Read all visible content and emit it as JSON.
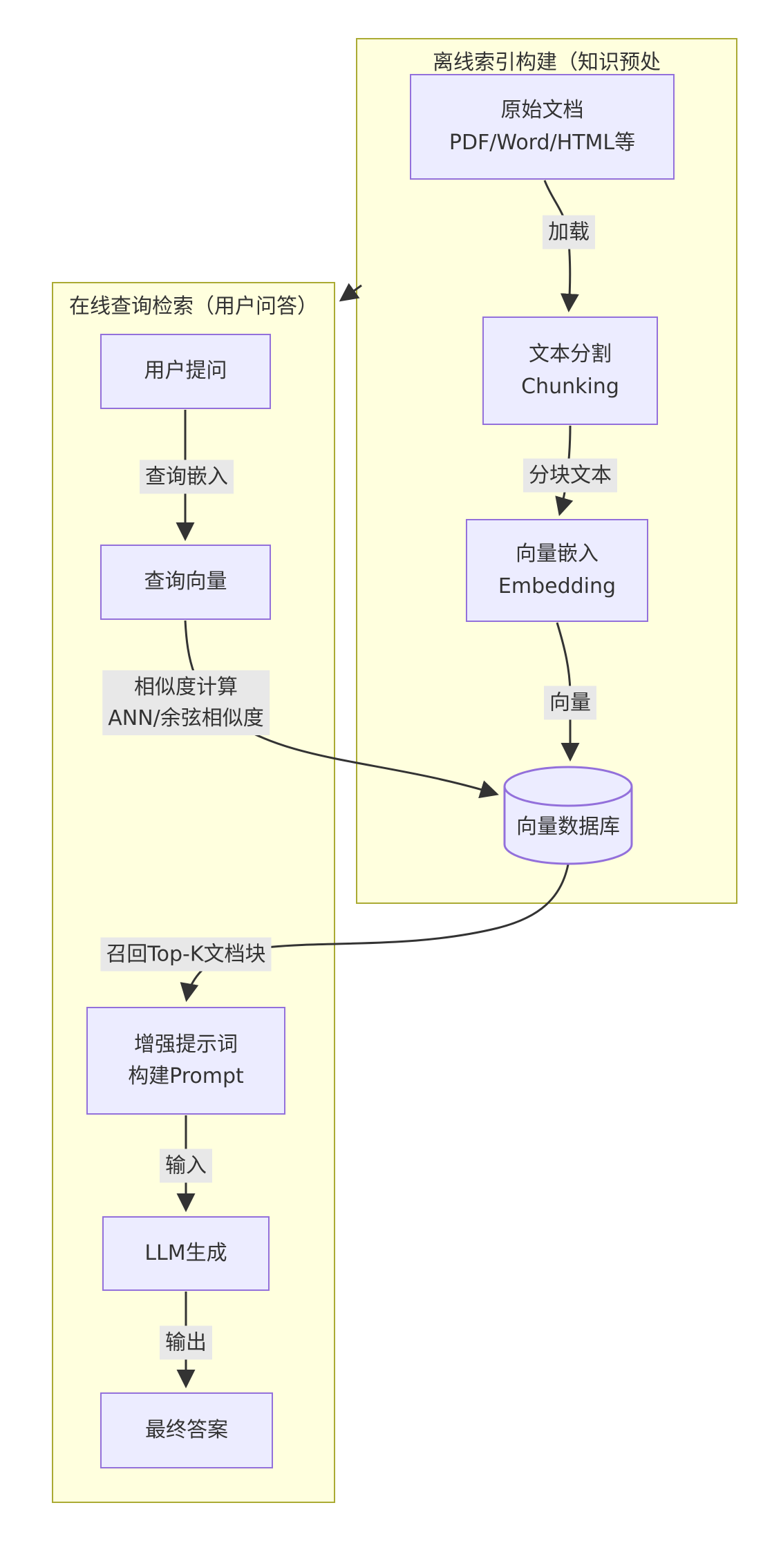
{
  "diagram": {
    "type": "flowchart",
    "colors": {
      "cluster_fill": "#ffffde",
      "cluster_border": "#aaaa33",
      "node_fill": "#ececff",
      "node_border": "#9370db",
      "edge_color": "#333333",
      "label_bg": "#e8e8e8",
      "text_color": "#333333"
    },
    "clusters": {
      "offline": {
        "title": "离线索引构建（知识预处"
      },
      "online": {
        "title": "在线查询检索（用户问答）"
      }
    },
    "nodes": {
      "raw_docs": {
        "label": "原始文档\nPDF/Word/HTML等"
      },
      "chunking": {
        "label": "文本分割\nChunking"
      },
      "embedding": {
        "label": "向量嵌入\nEmbedding"
      },
      "vector_db": {
        "label": "向量数据库"
      },
      "user_query": {
        "label": "用户提问"
      },
      "query_vector": {
        "label": "查询向量"
      },
      "augmented_prompt": {
        "label": "增强提示词\n构建Prompt"
      },
      "llm_generate": {
        "label": "LLM生成"
      },
      "final_answer": {
        "label": "最终答案"
      }
    },
    "edge_labels": {
      "load": "加载",
      "chunked_text": "分块文本",
      "vector": "向量",
      "query_embed": "查询嵌入",
      "similarity": "相似度计算\nANN/余弦相似度",
      "recall_topk": "召回Top-K文档块",
      "input": "输入",
      "output": "输出"
    }
  }
}
